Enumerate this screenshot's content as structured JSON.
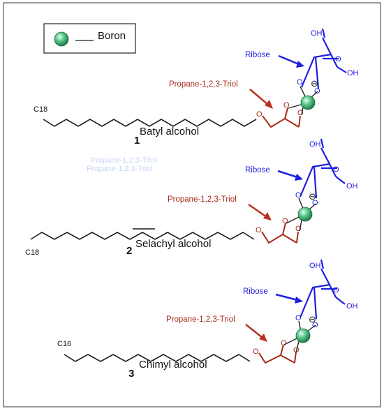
{
  "legend": {
    "label": "Boron"
  },
  "colors": {
    "chain": "#1a1a1a",
    "glycerol": "#a62a16",
    "ribose": "#1f1fe0",
    "arrow_red": "#b83222",
    "boron": "#2f9a62",
    "border": "#555555"
  },
  "molecules": [
    {
      "number": "1",
      "name": "Batyl alcohol",
      "chain_label": "C18",
      "glycerol_label": "Propane-1,2,3-Triol",
      "ribose_label": "Ribose",
      "oh_top": "OH",
      "oh_right": "OH",
      "ring_o": "O",
      "ether_o": "O",
      "charge": "⊖"
    },
    {
      "number": "2",
      "name": "Selachyl alcohol",
      "chain_label": "C18",
      "glycerol_label": "Propane-1,2,3-Triol",
      "ribose_label": "Ribose",
      "oh_top": "OH",
      "oh_right": "OH",
      "ring_o": "O",
      "ether_o": "O",
      "charge": "⊖"
    },
    {
      "number": "3",
      "name": "Chimyl alcohol",
      "chain_label": "C16",
      "glycerol_label": "Propane-1,2,3-Triol",
      "ribose_label": "Ribose",
      "oh_top": "OH",
      "oh_right": "OH",
      "ring_o": "O",
      "ether_o": "O",
      "charge": "⊖"
    }
  ]
}
